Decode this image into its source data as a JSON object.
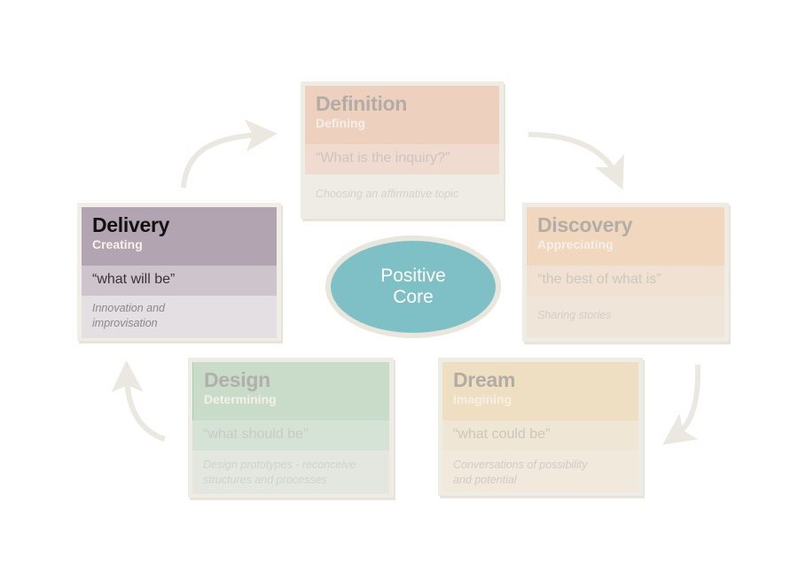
{
  "diagram": {
    "center": {
      "line1": "Positive",
      "line2": "Core"
    },
    "stages": {
      "definition": {
        "title": "Definition",
        "subtitle": "Defining",
        "question": "“What is the inquiry?”",
        "description": "Choosing an affirmative topic",
        "highlighted": false
      },
      "discovery": {
        "title": "Discovery",
        "subtitle": "Appreciating",
        "question": "“the best of what is”",
        "description": "Sharing stories",
        "highlighted": false
      },
      "dream": {
        "title": "Dream",
        "subtitle": "Imagining",
        "question": "“what could be”",
        "description_line1": "Conversations of possibility",
        "description_line2": "and potential",
        "highlighted": false
      },
      "design": {
        "title": "Design",
        "subtitle": "Determining",
        "question": "“what should be”",
        "description_line1": "Design prototypes - reconceive",
        "description_line2": "structures and processes",
        "highlighted": false
      },
      "delivery": {
        "title": "Delivery",
        "subtitle": "Creating",
        "question": "“what will be”",
        "description_line1": "Innovation and",
        "description_line2": "improvisation",
        "highlighted": true
      }
    },
    "cycle_order": [
      "definition",
      "discovery",
      "dream",
      "design",
      "delivery"
    ],
    "colors": {
      "core": "#7fc0c6",
      "definition": "#eed0bf",
      "discovery": "#f0d7be",
      "dream": "#efdfc2",
      "design": "#c9dcc9",
      "delivery": "#b2a5b1",
      "arrow": "#ebe8e1"
    }
  }
}
